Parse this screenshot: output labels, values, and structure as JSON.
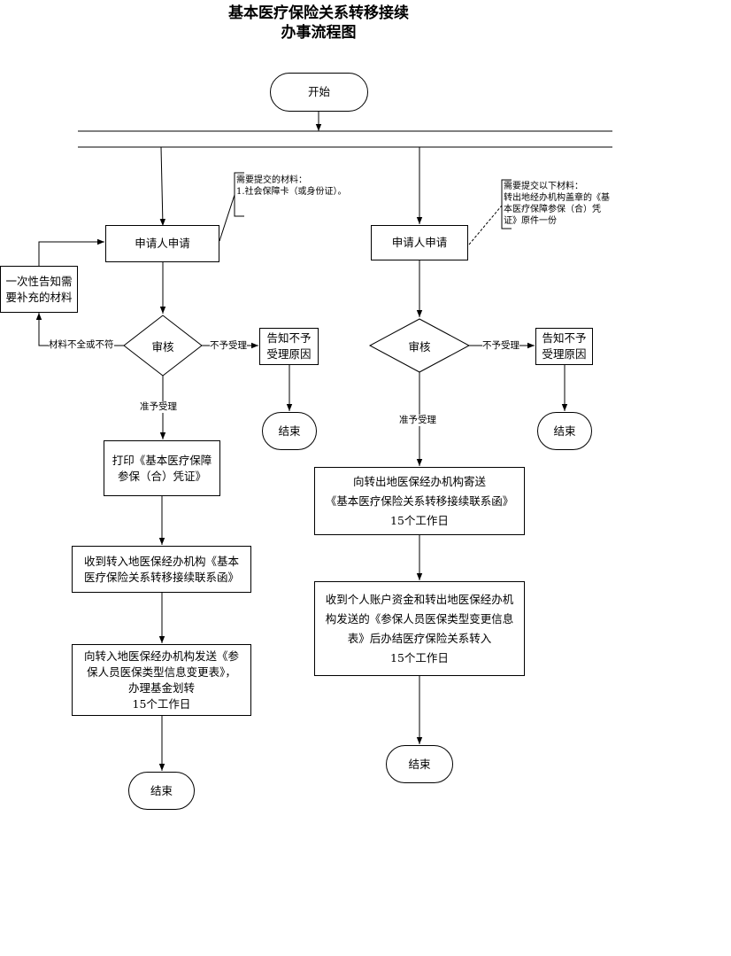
{
  "title": {
    "line1": "基本医疗保险关系转移接续",
    "line2": "办事流程图"
  },
  "start": "开始",
  "left": {
    "apply": "申请人申请",
    "note": "需要提交的材料：\n1.社会保障卡（或身份证）。",
    "supplement": "一次性告知需\n要补充的材料",
    "review": "审核",
    "incomplete_label": "材料不全或不符",
    "reject_label": "不予受理",
    "reject_box": "告知不予\n受理原因",
    "reject_end": "结束",
    "accept_label": "准予受理",
    "step1": "打印《基本医疗保障\n参保（合）凭证》",
    "step2": "收到转入地医保经办机构《基本\n医疗保险关系转移接续联系函》",
    "step3": "向转入地医保经办机构发送《参\n保人员医保类型信息变更表》，\n办理基金划转\n15个工作日",
    "end": "结束"
  },
  "right": {
    "apply": "申请人申请",
    "note": "需要提交以下材料：\n转出地经办机构盖章的《基\n本医疗保障参保（合）凭\n证》原件一份",
    "review": "审核",
    "reject_label": "不予受理",
    "reject_box": "告知不予\n受理原因",
    "reject_end": "结束",
    "accept_label": "准予受理",
    "step1": "向转出地医保经办机构寄送\n《基本医疗保险关系转移接续联系函》\n15个工作日",
    "step2": "收到个人账户资金和转出地医保经办机\n构发送的《参保人员医保类型变更信息\n表》后办结医疗保险关系转入\n15个工作日",
    "end": "结束"
  }
}
